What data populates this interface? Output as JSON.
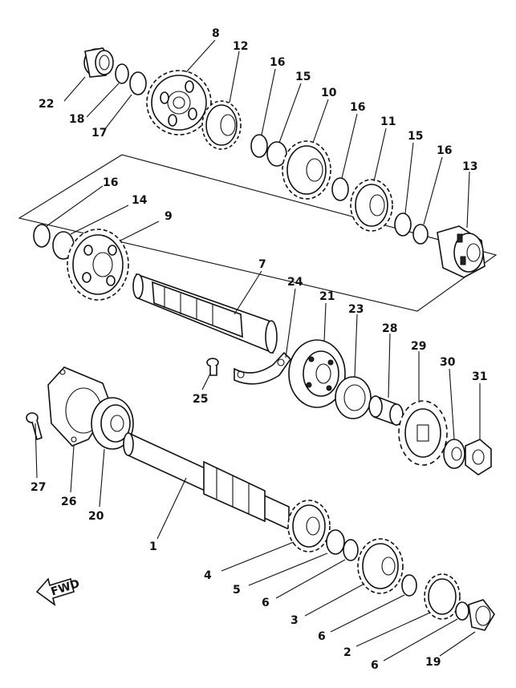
{
  "callouts": {
    "c1": "1",
    "c2": "2",
    "c3": "3",
    "c4": "4",
    "c5": "5",
    "c6a": "6",
    "c6b": "6",
    "c6c": "6",
    "c7": "7",
    "c8": "8",
    "c9": "9",
    "c10": "10",
    "c11": "11",
    "c12": "12",
    "c13": "13",
    "c14": "14",
    "c15a": "15",
    "c15b": "15",
    "c16a": "16",
    "c16b": "16",
    "c16c": "16",
    "c16d": "16",
    "c17": "17",
    "c18": "18",
    "c19": "19",
    "c20": "20",
    "c21": "21",
    "c22": "22",
    "c23": "23",
    "c24": "24",
    "c25": "25",
    "c26": "26",
    "c27": "27",
    "c28": "28",
    "c29": "29",
    "c30": "30",
    "c31": "31"
  },
  "fwd_arrow": "FWD",
  "colors": {
    "ink": "#111111",
    "paper": "#ffffff"
  }
}
